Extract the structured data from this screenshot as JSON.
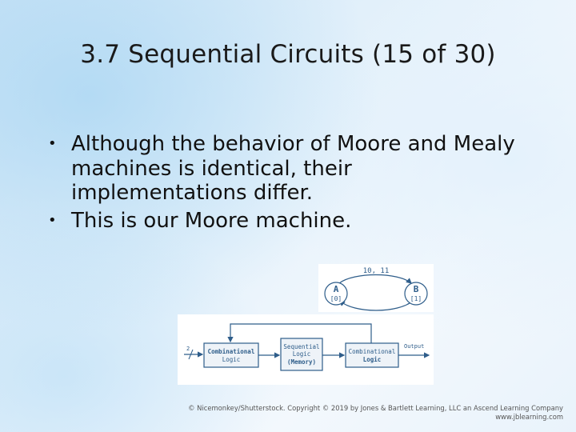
{
  "slide": {
    "title": "3.7 Sequential Circuits (15 of 30)",
    "bullets": [
      {
        "lines": [
          "Although the behavior of Moore and Mealy",
          "machines is identical, their",
          "implementations differ."
        ]
      },
      {
        "lines": [
          "This is our Moore machine."
        ]
      }
    ]
  },
  "state_diagram": {
    "transition_label": "10, 11",
    "states": [
      {
        "name": "A",
        "output": "[0]"
      },
      {
        "name": "B",
        "output": "[1]"
      }
    ]
  },
  "logic_diagram": {
    "input_mark": "2",
    "blocks": [
      {
        "lines": [
          "Combinational",
          "Logic"
        ]
      },
      {
        "lines": [
          "Sequential",
          "Logic",
          "(Memory)"
        ]
      },
      {
        "lines": [
          "Combinational",
          "Logic"
        ]
      }
    ],
    "output_label": "Output"
  },
  "footer": {
    "copyright": "© Nicemonkey/Shutterstock. Copyright © 2019 by Jones & Bartlett Learning, LLC an Ascend Learning Company",
    "website": "www.jblearning.com"
  },
  "colors": {
    "diagram_stroke": "#2e5d8a",
    "block_fill": "#eef3f8"
  }
}
